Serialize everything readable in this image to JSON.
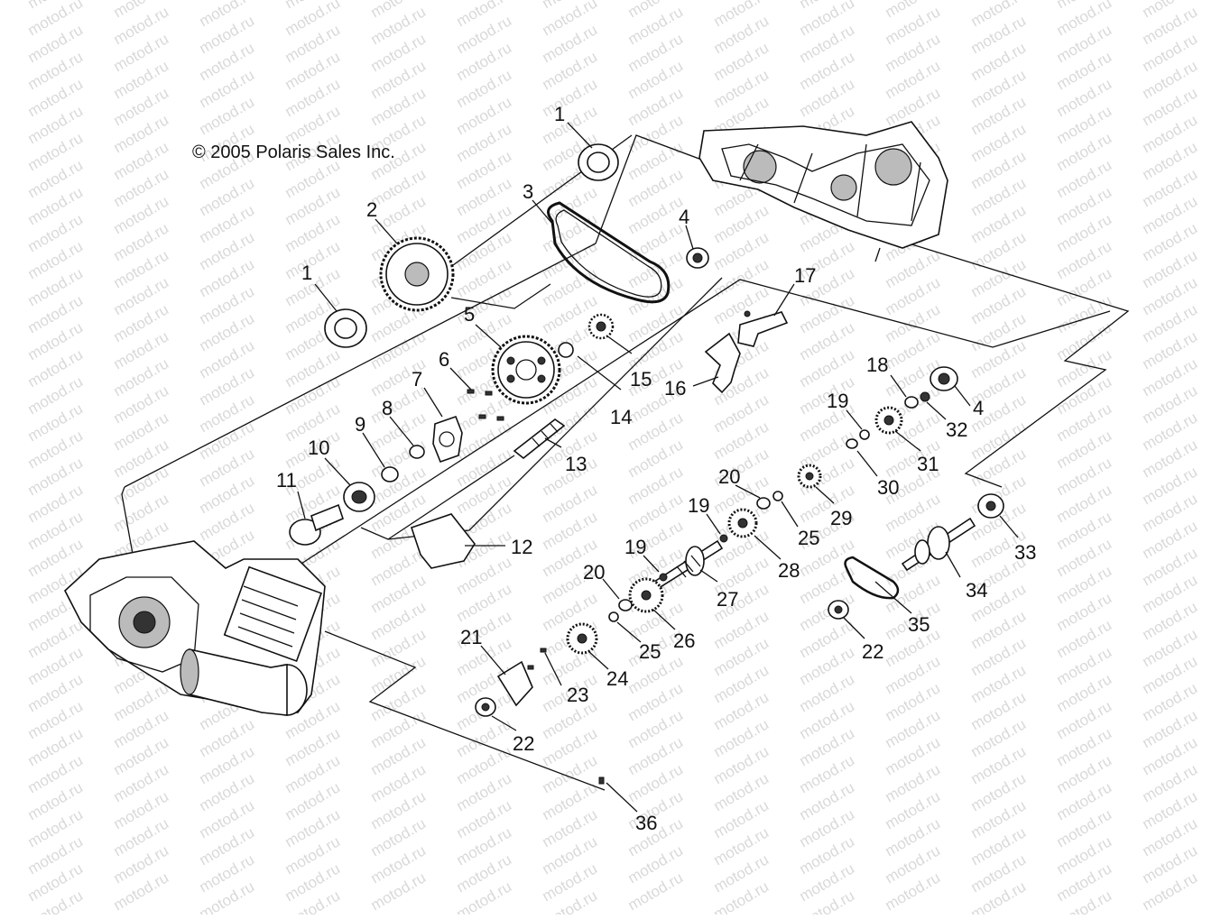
{
  "copyright": "© 2005 Polaris Sales Inc.",
  "watermark": "motod.ru",
  "callouts": [
    "1",
    "1",
    "2",
    "3",
    "4",
    "4",
    "5",
    "6",
    "7",
    "8",
    "9",
    "10",
    "11",
    "12",
    "13",
    "14",
    "15",
    "16",
    "17",
    "18",
    "19",
    "19",
    "19",
    "20",
    "20",
    "21",
    "22",
    "22",
    "23",
    "24",
    "25",
    "25",
    "26",
    "27",
    "28",
    "29",
    "30",
    "31",
    "32",
    "33",
    "34",
    "35",
    "36"
  ]
}
